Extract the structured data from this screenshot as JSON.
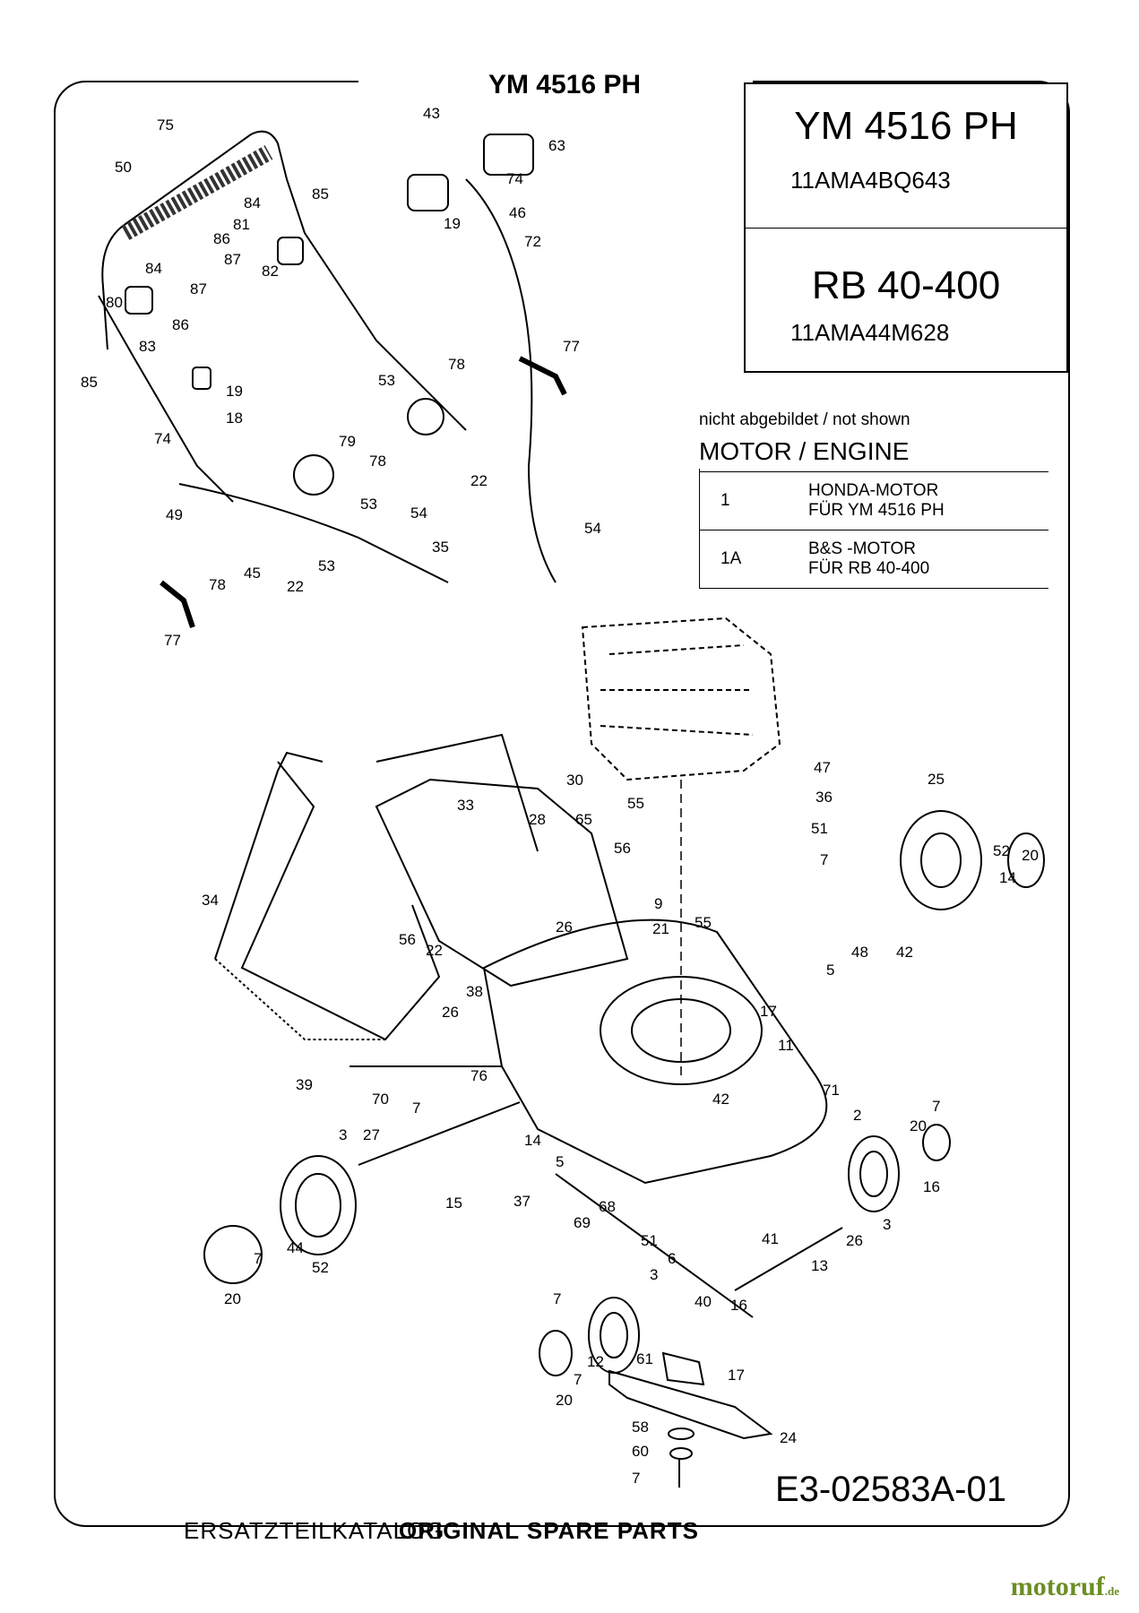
{
  "title": "YM 4516 PH",
  "models": [
    {
      "name": "YM 4516 PH",
      "code": "11AMA4BQ643"
    },
    {
      "name": "RB 40-400",
      "code": "11AMA44M628"
    }
  ],
  "not_shown": {
    "caption": "nicht abgebildet / not shown",
    "heading": "MOTOR / ENGINE",
    "rows": [
      {
        "num": "1",
        "desc1": "HONDA-MOTOR",
        "desc2": "FÜR YM 4516 PH"
      },
      {
        "num": "1A",
        "desc1": "B&S -MOTOR",
        "desc2": "FÜR RB 40-400"
      }
    ]
  },
  "doc_id": "E3-02583A-01",
  "footer": {
    "text_de": "ERSATZTEILKATALOG",
    "text_en": "ORIGINAL SPARE PARTS"
  },
  "brand": {
    "name": "motoruf",
    "tld": ".de"
  },
  "part_labels": [
    "75",
    "50",
    "85",
    "84",
    "81",
    "86",
    "87",
    "82",
    "84",
    "87",
    "80",
    "86",
    "83",
    "85",
    "43",
    "63",
    "74",
    "19",
    "46",
    "72",
    "77",
    "78",
    "19",
    "18",
    "53",
    "74",
    "79",
    "78",
    "22",
    "53",
    "49",
    "54",
    "54",
    "78",
    "45",
    "22",
    "53",
    "35",
    "77",
    "30",
    "33",
    "28",
    "65",
    "55",
    "56",
    "34",
    "9",
    "26",
    "21",
    "55",
    "56",
    "22",
    "38",
    "26",
    "39",
    "70",
    "76",
    "11",
    "71",
    "2",
    "42",
    "14",
    "7",
    "3",
    "27",
    "5",
    "37",
    "15",
    "69",
    "68",
    "51",
    "52",
    "20",
    "7",
    "44",
    "47",
    "36",
    "51",
    "25",
    "7",
    "52",
    "20",
    "14",
    "48",
    "42",
    "5",
    "17",
    "7",
    "20",
    "16",
    "3",
    "26",
    "41",
    "13",
    "40",
    "16",
    "7",
    "3",
    "6",
    "61",
    "17",
    "20",
    "7",
    "12",
    "24",
    "58",
    "60",
    "7",
    "51",
    "20",
    "52"
  ]
}
